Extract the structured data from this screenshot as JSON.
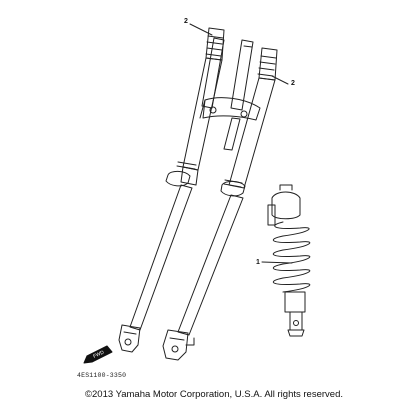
{
  "diagram": {
    "callouts": [
      {
        "label": "2"
      },
      {
        "label": "2"
      },
      {
        "label": "1"
      }
    ],
    "front_badge": "FWD",
    "part_code": "4ES1100-3350",
    "copyright": "©2013 Yamaha Motor Corporation, U.S.A. All rights reserved."
  },
  "icons": [
    "front-fork-assembly-left",
    "front-fork-assembly-right",
    "rear-shock-absorber",
    "front-direction-icon"
  ]
}
